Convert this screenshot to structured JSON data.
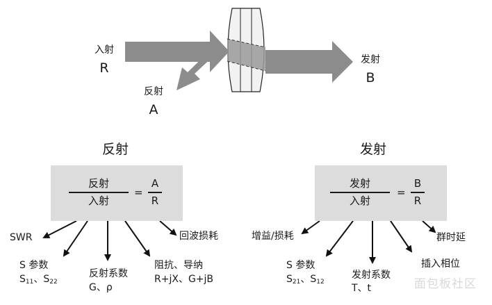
{
  "diagram": {
    "incident_label": "入射",
    "incident_symbol": "R",
    "reflected_label": "反射",
    "reflected_symbol": "A",
    "transmitted_label": "发射",
    "transmitted_symbol": "B"
  },
  "reflection": {
    "heading": "反射",
    "numerator": "反射",
    "denominator": "入射",
    "equals": "=",
    "ratio_num": "A",
    "ratio_den": "R",
    "outcomes": {
      "swr": "SWR",
      "return_loss": "回波损耗",
      "s_params_title": "S 参数",
      "s11": "S",
      "s11_sub": "11",
      "sep": "、",
      "s22": "S",
      "s22_sub": "22",
      "coeff_title": "反射系数",
      "coeff_symbols": "G、ρ",
      "imp_title": "阻抗、导纳",
      "imp_values": "R+jX、G+jB"
    }
  },
  "transmission": {
    "heading": "发射",
    "numerator": "发射",
    "denominator": "入射",
    "equals": "=",
    "ratio_num": "B",
    "ratio_den": "R",
    "outcomes": {
      "gain_loss": "增益/损耗",
      "group_delay": "群时延",
      "s_params_title": "S 参数",
      "s21": "S",
      "s21_sub": "21",
      "sep": "、",
      "s12": "S",
      "s12_sub": "12",
      "coeff_title": "发射系数",
      "coeff_symbols": "T、t",
      "insertion_phase": "插入相位"
    }
  },
  "watermark": "面包板社区",
  "colors": {
    "arrow_fill": "#8c8c8c",
    "box_fill": "#dcdcdc",
    "lens_fill": "#f2f2f2",
    "lens_band": "#9a9a9a"
  }
}
